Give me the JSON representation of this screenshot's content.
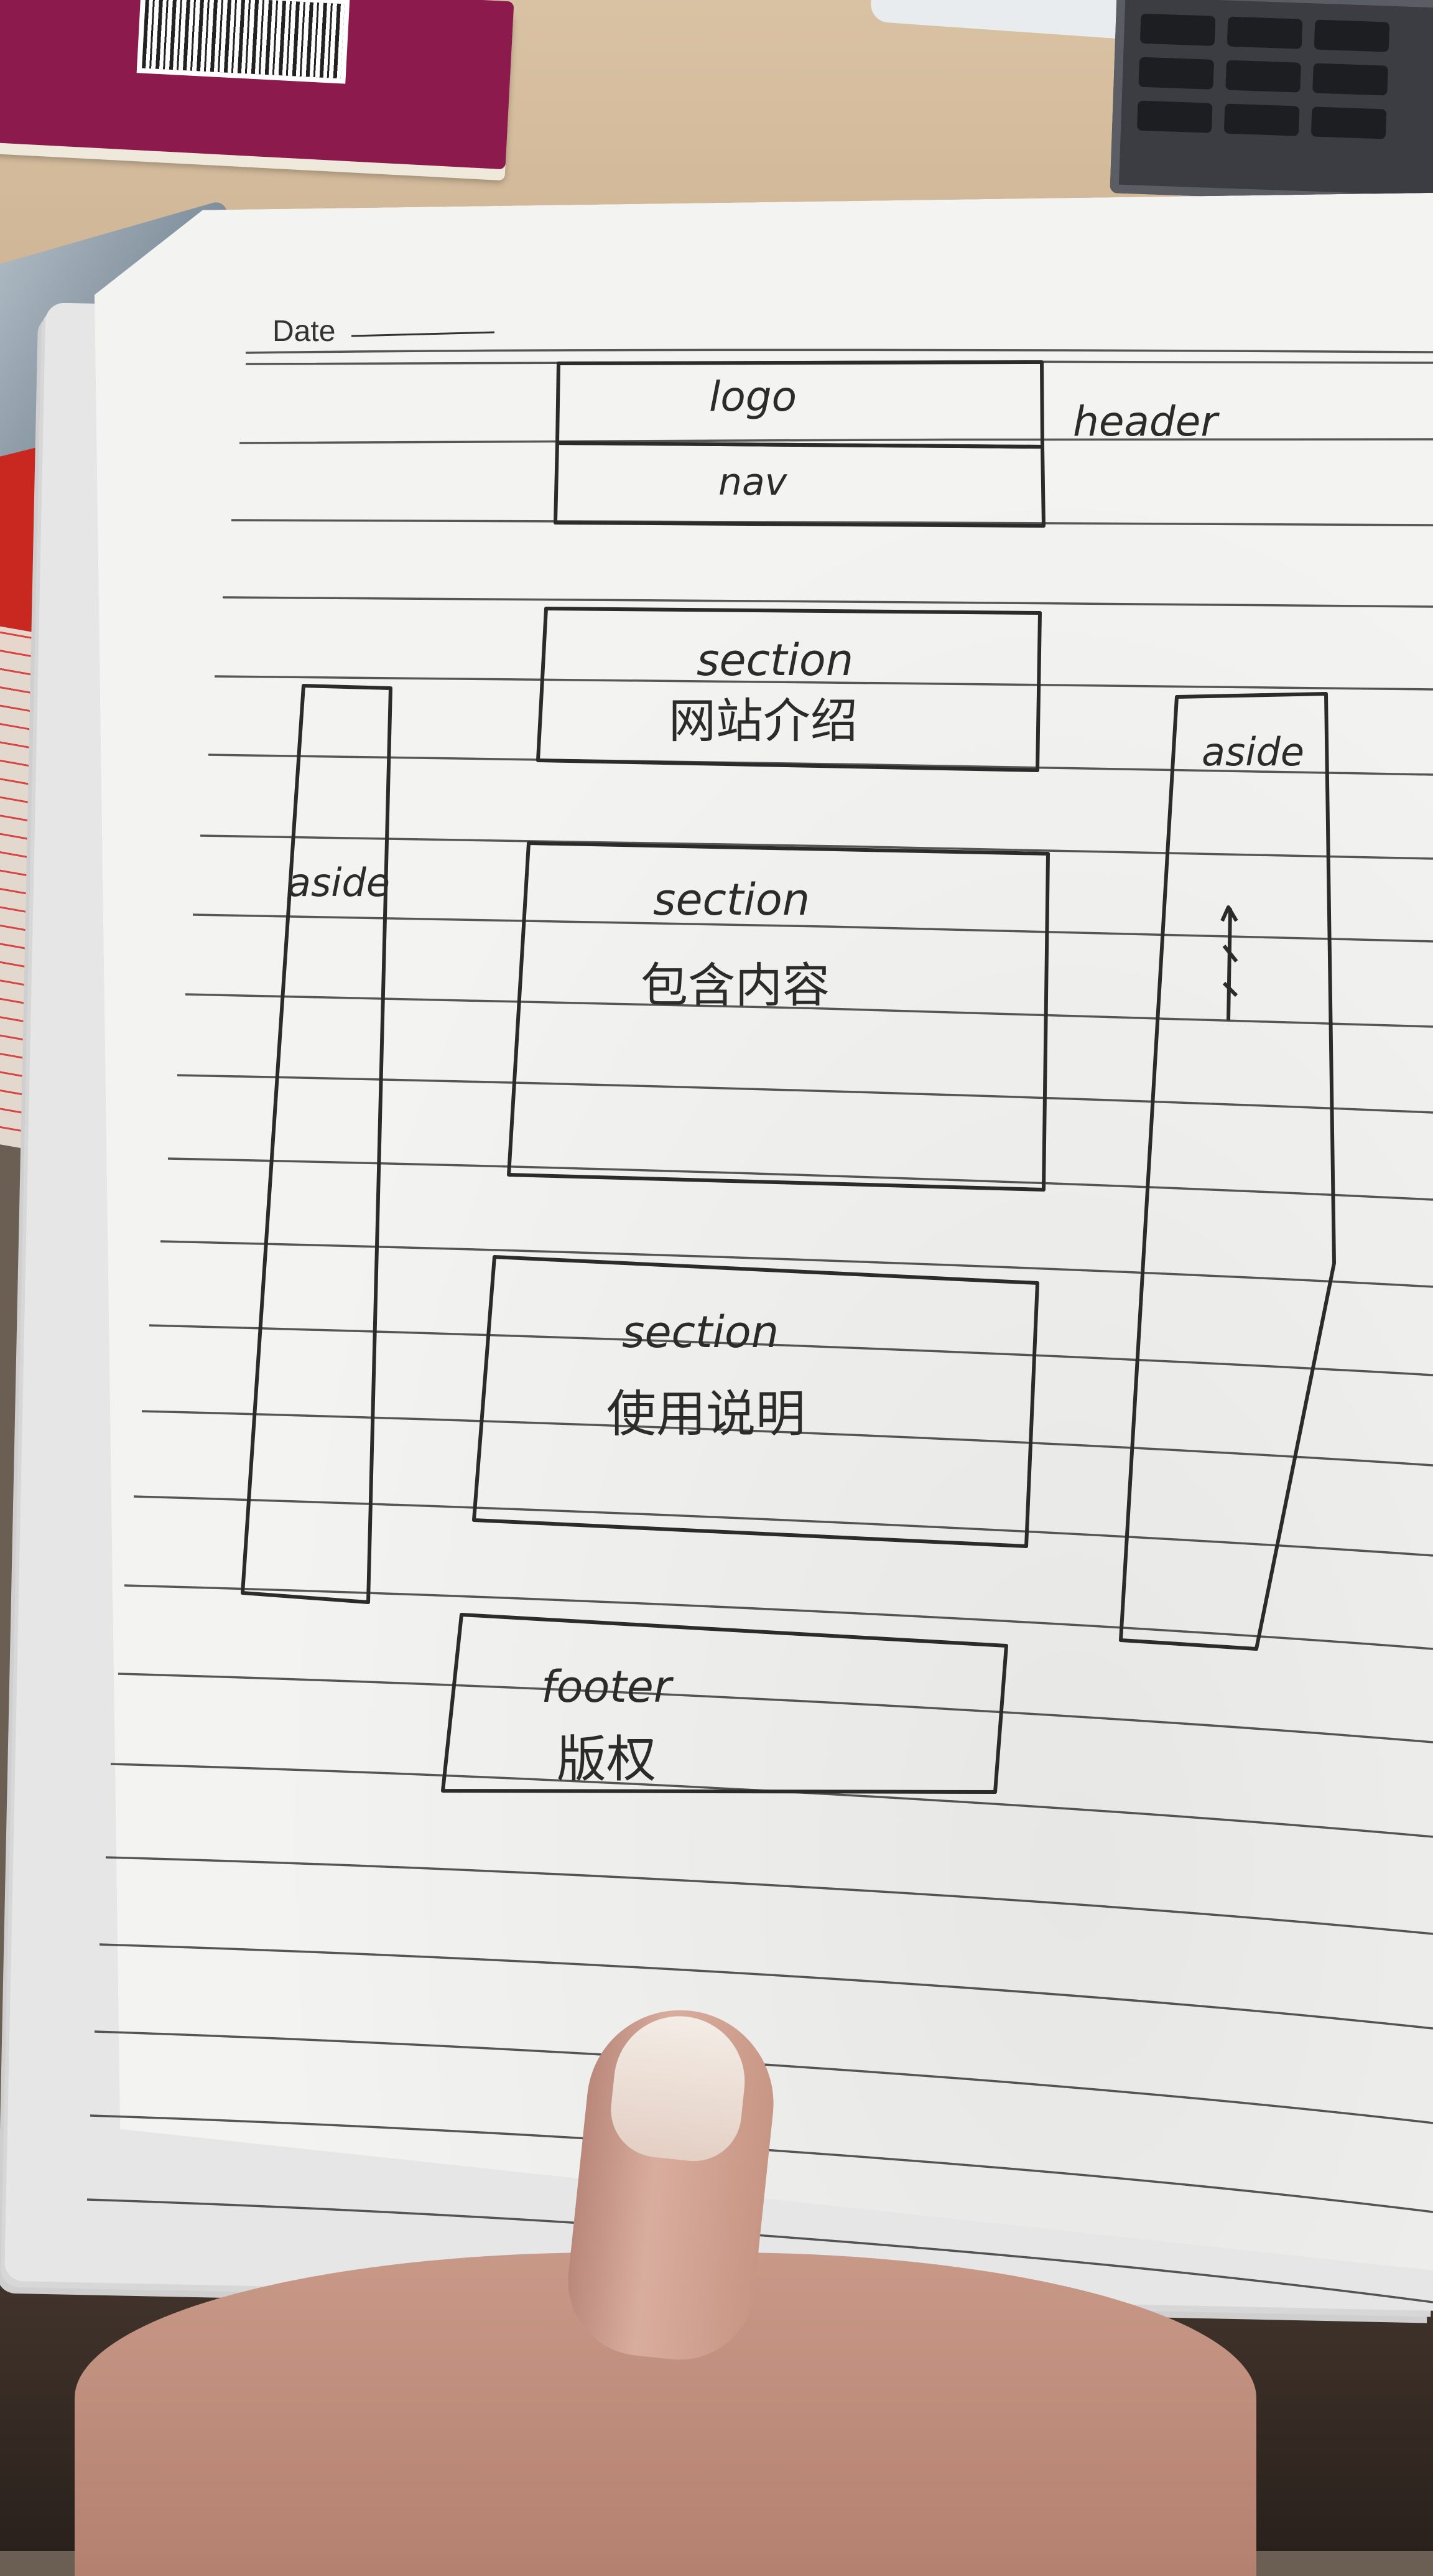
{
  "page_header": {
    "date_label": "Date"
  },
  "sketch": {
    "header_box": {
      "logo": "logo",
      "nav": "nav",
      "header_label": "header"
    },
    "section_intro": {
      "tag": "section",
      "desc": "网站介绍"
    },
    "section_content": {
      "tag": "section",
      "desc": "包含内容"
    },
    "section_usage": {
      "tag": "section",
      "desc": "使用说明"
    },
    "aside_left": {
      "tag": "aside"
    },
    "aside_right": {
      "tag": "aside"
    },
    "footer_box": {
      "tag": "footer",
      "desc": "版权"
    }
  },
  "colors": {
    "ink": "#2b2b2b",
    "paper": "#f3f3f1",
    "rule_line": "#3a3a3a",
    "book_cover": "#8c1a4d",
    "red_card": "#c8281f"
  }
}
